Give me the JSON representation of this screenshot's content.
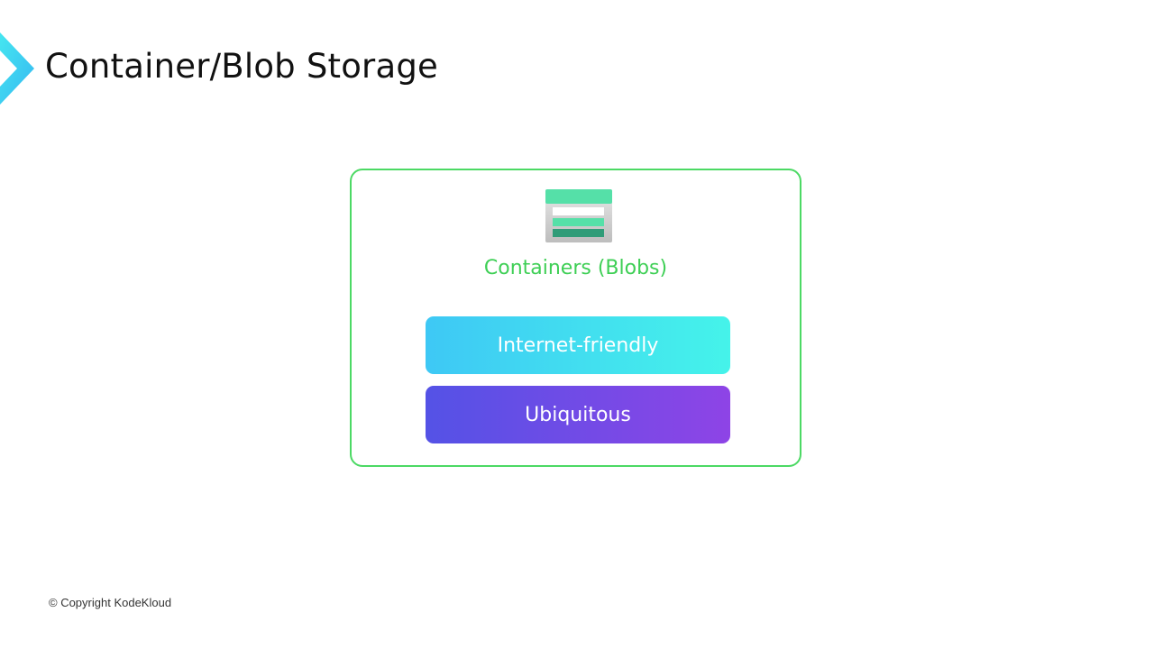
{
  "title": "Container/Blob Storage",
  "card": {
    "icon": "storage-container-icon",
    "label": "Containers (Blobs)",
    "features": [
      "Internet-friendly",
      "Ubiquitous"
    ]
  },
  "footer": {
    "copyright": "© Copyright KodeKloud"
  },
  "colors": {
    "accent_green": "#4cd964",
    "cyan": "#3ec8f5",
    "purple": "#8e44e6"
  }
}
